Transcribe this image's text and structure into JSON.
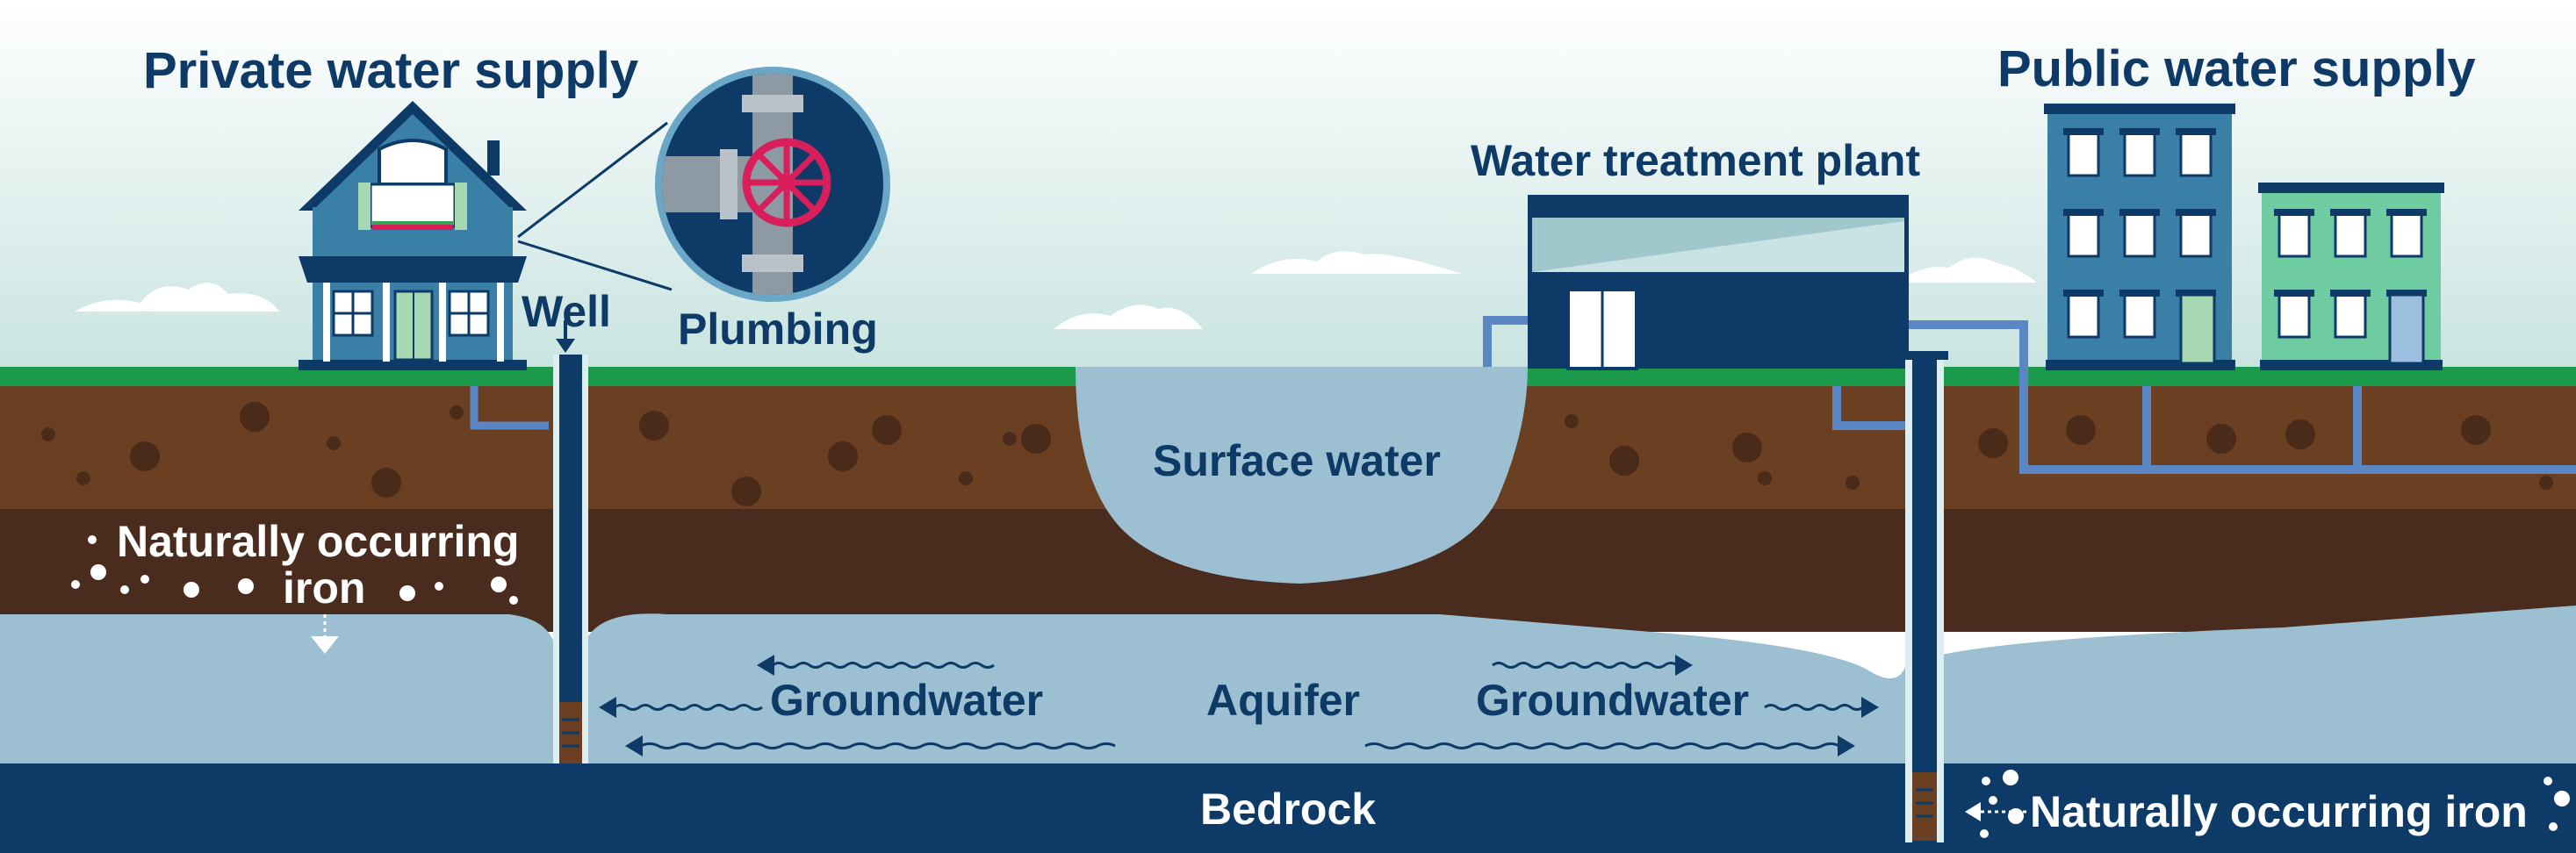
{
  "labels": {
    "private_supply": "Private water supply",
    "public_supply": "Public water supply",
    "treatment_plant": "Water treatment plant",
    "well": "Well",
    "plumbing": "Plumbing",
    "surface_water": "Surface water",
    "iron_left_line1": "Naturally occurring",
    "iron_left_line2": "iron",
    "groundwater_left": "Groundwater",
    "aquifer": "Aquifer",
    "groundwater_right": "Groundwater",
    "bedrock": "Bedrock",
    "iron_right": "Naturally occurring iron"
  },
  "colors": {
    "label_navy": "#0d3a66",
    "grass": "#1a9a4a",
    "topsoil": "#6b3f22",
    "subsoil": "#4a2c1f",
    "aquifer": "#9cbfd2",
    "bedrock": "#0d3a66",
    "pipe": "#5b86c4",
    "valve": "#d81e5b"
  }
}
